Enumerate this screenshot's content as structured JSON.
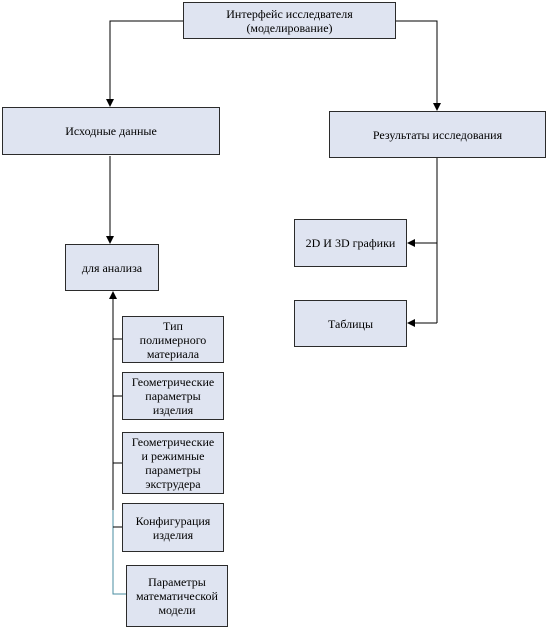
{
  "diagram": {
    "root": "Интерфейс исследвателя\n(моделирование)",
    "left_branch": "Исходные данные",
    "right_branch": "Результаты исследования",
    "analysis": "для анализа",
    "inputs": [
      "Тип\nполимерного\nматериала",
      "Геометрические\nпараметры\nизделия",
      "Геометрические\nи режимные\nпараметры\nэкструдера",
      "Конфигурация\nизделия",
      "Параметры\nматематической\nмодели"
    ],
    "outputs": [
      "2D И 3D графики",
      "Таблицы"
    ]
  },
  "colors": {
    "box_fill": "#dfe4f1",
    "border": "#2b2b2b",
    "teal_line": "#4a8ea0"
  }
}
